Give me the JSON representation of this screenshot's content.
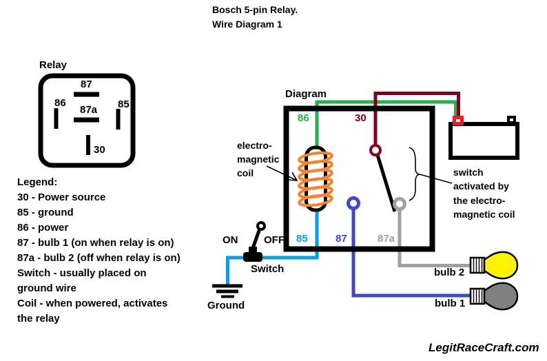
{
  "title": {
    "line1": "Bosch 5-pin Relay.",
    "line2": "Wire Diagram 1"
  },
  "relay_pinout": {
    "label": "Relay",
    "pin87": "87",
    "pin86": "86",
    "pin87a": "87a",
    "pin85": "85",
    "pin30": "30"
  },
  "legend": {
    "lines": [
      "Legend:",
      "30 - Power source",
      "85 - ground",
      "86 - power",
      "87 - bulb 1 (on when relay is on)",
      "87a - bulb 2 (off when relay is on)",
      "Switch - usually placed on",
      "ground wire",
      "Coil - when powered, activates",
      "the relay"
    ]
  },
  "diagram": {
    "label": "Diagram",
    "pin86": "86",
    "pin30": "30",
    "pin85": "85",
    "pin87": "87",
    "pin87a": "87a",
    "coil_annotation": {
      "line1": "electro-",
      "line2": "magnetic",
      "line3": "coil"
    },
    "switch_annotation": {
      "line1": "switch",
      "line2": "activated by",
      "line3": "the electro-",
      "line4": "magnetic coil"
    },
    "switch_on": "ON",
    "switch_off": "OFF",
    "switch_label": "Switch",
    "ground_label": "Ground",
    "bulb2_label": "bulb 2",
    "bulb1_label": "bulb 1"
  },
  "footer": {
    "site": "LegitRaceCraft.com"
  },
  "colors": {
    "wire_86_power": "#22B14C",
    "wire_30_power_source": "#880015",
    "wire_85_ground": "#00A2E8",
    "wire_87_bulb1": "#3F48CC",
    "wire_87a_bulb2": "#A0A0A0",
    "coil_winding": "#FF7F27",
    "battery_positive_terminal": "#ED1C24",
    "bulb2_lit": "#FFF200",
    "bulb1_off": "#808080"
  }
}
